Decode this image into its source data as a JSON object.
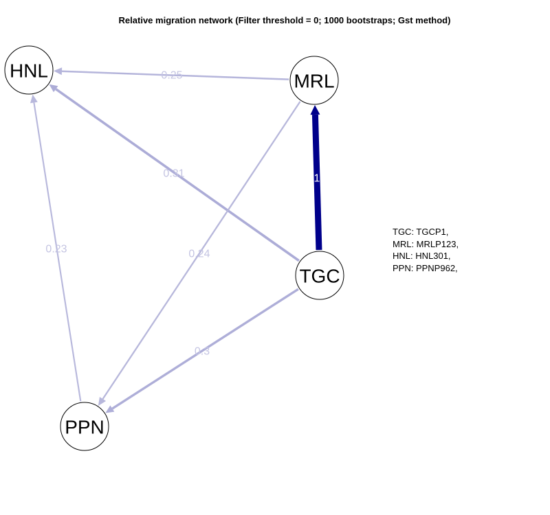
{
  "title": "Relative migration network (Filter threshold = 0; 1000 bootstraps; Gst method)",
  "nodes": [
    {
      "id": "HNL",
      "label": "HNL"
    },
    {
      "id": "MRL",
      "label": "MRL"
    },
    {
      "id": "TGC",
      "label": "TGC"
    },
    {
      "id": "PPN",
      "label": "PPN"
    }
  ],
  "edges": [
    {
      "from": "MRL",
      "to": "HNL",
      "weight": 0.25,
      "label": "0.25"
    },
    {
      "from": "TGC",
      "to": "HNL",
      "weight": 0.31,
      "label": "0.31"
    },
    {
      "from": "PPN",
      "to": "HNL",
      "weight": 0.23,
      "label": "0.23"
    },
    {
      "from": "MRL",
      "to": "PPN",
      "weight": 0.24,
      "label": "0.24"
    },
    {
      "from": "TGC",
      "to": "PPN",
      "weight": 0.3,
      "label": "0.3"
    },
    {
      "from": "TGC",
      "to": "MRL",
      "weight": 1,
      "label": "1"
    }
  ],
  "colors": {
    "strong_edge": "#00008b",
    "weak_edge": "#b8b8dc",
    "node_fill": "#ffffff",
    "node_stroke": "#000000"
  },
  "legend": [
    "TGC: TGCP1,",
    "MRL: MRLP123,",
    "HNL: HNL301,",
    "PPN: PPNP962,"
  ]
}
